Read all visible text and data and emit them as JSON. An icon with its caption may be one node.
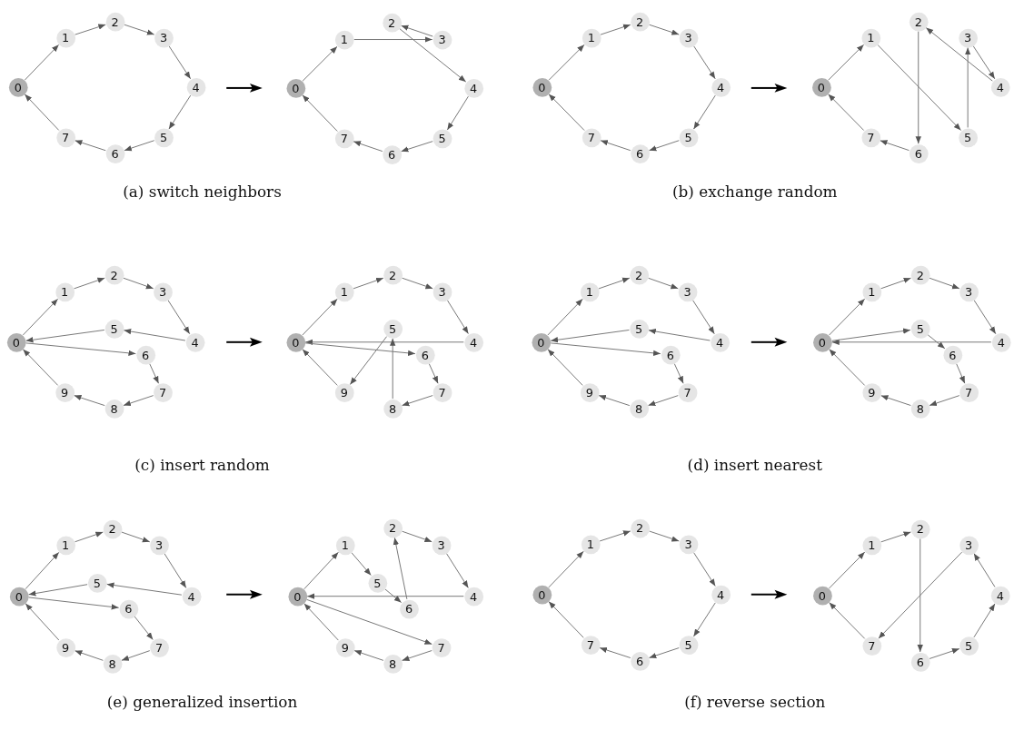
{
  "diagram": {
    "nodes": [
      {
        "text": [
          "0"
        ]
      },
      {
        "text": [
          "1"
        ]
      },
      {
        "text": [
          "2"
        ]
      },
      {
        "text": [
          "3"
        ]
      },
      {
        "text": [
          "4"
        ]
      },
      {
        "text": [
          "5"
        ]
      },
      {
        "text": [
          "6"
        ]
      },
      {
        "text": [
          "7"
        ]
      },
      {
        "text": [
          "0"
        ]
      },
      {
        "text": [
          "1"
        ]
      },
      {
        "text": [
          "2"
        ]
      },
      {
        "text": [
          "3"
        ]
      },
      {
        "text": [
          "4"
        ]
      },
      {
        "text": [
          "5"
        ]
      },
      {
        "text": [
          "6"
        ]
      },
      {
        "text": [
          "7"
        ]
      },
      {
        "text": [
          "0"
        ]
      },
      {
        "text": [
          "1"
        ]
      },
      {
        "text": [
          "2"
        ]
      },
      {
        "text": [
          "3"
        ]
      },
      {
        "text": [
          "4"
        ]
      },
      {
        "text": [
          "5"
        ]
      },
      {
        "text": [
          "6"
        ]
      },
      {
        "text": [
          "7"
        ]
      },
      {
        "text": [
          "0"
        ]
      },
      {
        "text": [
          "1"
        ]
      },
      {
        "text": [
          "2"
        ]
      },
      {
        "text": [
          "3"
        ]
      },
      {
        "text": [
          "4"
        ]
      },
      {
        "text": [
          "5"
        ]
      },
      {
        "text": [
          "6"
        ]
      },
      {
        "text": [
          "7"
        ]
      },
      {
        "text": [
          "0"
        ]
      },
      {
        "text": [
          "1"
        ]
      },
      {
        "text": [
          "2"
        ]
      },
      {
        "text": [
          "3"
        ]
      },
      {
        "text": [
          "4"
        ]
      },
      {
        "text": [
          "5"
        ]
      },
      {
        "text": [
          "6"
        ]
      },
      {
        "text": [
          "7"
        ]
      },
      {
        "text": [
          "8"
        ]
      },
      {
        "text": [
          "9"
        ]
      },
      {
        "text": [
          "0"
        ]
      },
      {
        "text": [
          "1"
        ]
      },
      {
        "text": [
          "2"
        ]
      },
      {
        "text": [
          "3"
        ]
      },
      {
        "text": [
          "4"
        ]
      },
      {
        "text": [
          "5"
        ]
      },
      {
        "text": [
          "6"
        ]
      },
      {
        "text": [
          "7"
        ]
      },
      {
        "text": [
          "8"
        ]
      },
      {
        "text": [
          "9"
        ]
      },
      {
        "text": [
          "0"
        ]
      },
      {
        "text": [
          "1"
        ]
      },
      {
        "text": [
          "2"
        ]
      },
      {
        "text": [
          "3"
        ]
      },
      {
        "text": [
          "4"
        ]
      },
      {
        "text": [
          "5"
        ]
      },
      {
        "text": [
          "6"
        ]
      },
      {
        "text": [
          "7"
        ]
      },
      {
        "text": [
          "8"
        ]
      },
      {
        "text": [
          "9"
        ]
      },
      {
        "text": [
          "0"
        ]
      },
      {
        "text": [
          "1"
        ]
      },
      {
        "text": [
          "2"
        ]
      },
      {
        "text": [
          "3"
        ]
      },
      {
        "text": [
          "4"
        ]
      },
      {
        "text": [
          "5"
        ]
      },
      {
        "text": [
          "6"
        ]
      },
      {
        "text": [
          "7"
        ]
      },
      {
        "text": [
          "8"
        ]
      },
      {
        "text": [
          "9"
        ]
      },
      {
        "text": [
          "0"
        ]
      },
      {
        "text": [
          "1"
        ]
      },
      {
        "text": [
          "2"
        ]
      },
      {
        "text": [
          "3"
        ]
      },
      {
        "text": [
          "4"
        ]
      },
      {
        "text": [
          "5"
        ]
      },
      {
        "text": [
          "6"
        ]
      },
      {
        "text": [
          "7"
        ]
      },
      {
        "text": [
          "8"
        ]
      },
      {
        "text": [
          "9"
        ]
      },
      {
        "text": [
          "0"
        ]
      },
      {
        "text": [
          "1"
        ]
      },
      {
        "text": [
          "2"
        ]
      },
      {
        "text": [
          "3"
        ]
      },
      {
        "text": [
          "4"
        ]
      },
      {
        "text": [
          "5"
        ]
      },
      {
        "text": [
          "6"
        ]
      },
      {
        "text": [
          "7"
        ]
      },
      {
        "text": [
          "8"
        ]
      },
      {
        "text": [
          "9"
        ]
      },
      {
        "text": [
          "0"
        ]
      },
      {
        "text": [
          "1"
        ]
      },
      {
        "text": [
          "2"
        ]
      },
      {
        "text": [
          "3"
        ]
      },
      {
        "text": [
          "4"
        ]
      },
      {
        "text": [
          "5"
        ]
      },
      {
        "text": [
          "6"
        ]
      },
      {
        "text": [
          "7"
        ]
      },
      {
        "text": [
          "0"
        ]
      },
      {
        "text": [
          "1"
        ]
      },
      {
        "text": [
          "2"
        ]
      },
      {
        "text": [
          "3"
        ]
      },
      {
        "text": [
          "4"
        ]
      },
      {
        "text": [
          "5"
        ]
      },
      {
        "text": [
          "6"
        ]
      },
      {
        "text": [
          "7"
        ]
      }
    ],
    "edges": [
      {
        "from": 0,
        "to": 1,
        "arrow": "to"
      },
      {
        "from": 1,
        "to": 2,
        "arrow": "to"
      },
      {
        "from": 2,
        "to": 3,
        "arrow": "to"
      },
      {
        "from": 3,
        "to": 4,
        "arrow": "to"
      },
      {
        "from": 4,
        "to": 5,
        "arrow": "to"
      },
      {
        "from": 5,
        "to": 6,
        "arrow": "to"
      },
      {
        "from": 6,
        "to": 7,
        "arrow": "to"
      },
      {
        "from": 7,
        "to": 0,
        "arrow": "to"
      },
      {
        "from": 8,
        "to": 9,
        "arrow": "to"
      },
      {
        "from": 9,
        "to": 11,
        "arrow": "to"
      },
      {
        "from": 11,
        "to": 10,
        "arrow": "to"
      },
      {
        "from": 10,
        "to": 12,
        "arrow": "to"
      },
      {
        "from": 12,
        "to": 13,
        "arrow": "to"
      },
      {
        "from": 13,
        "to": 14,
        "arrow": "to"
      },
      {
        "from": 14,
        "to": 15,
        "arrow": "to"
      },
      {
        "from": 15,
        "to": 8,
        "arrow": "to"
      },
      {
        "from": 16,
        "to": 17,
        "arrow": "to"
      },
      {
        "from": 17,
        "to": 18,
        "arrow": "to"
      },
      {
        "from": 18,
        "to": 19,
        "arrow": "to"
      },
      {
        "from": 19,
        "to": 20,
        "arrow": "to"
      },
      {
        "from": 20,
        "to": 21,
        "arrow": "to"
      },
      {
        "from": 21,
        "to": 22,
        "arrow": "to"
      },
      {
        "from": 22,
        "to": 23,
        "arrow": "to"
      },
      {
        "from": 23,
        "to": 16,
        "arrow": "to"
      },
      {
        "from": 24,
        "to": 25,
        "arrow": "to"
      },
      {
        "from": 25,
        "to": 29,
        "arrow": "to"
      },
      {
        "from": 29,
        "to": 27,
        "arrow": "to"
      },
      {
        "from": 27,
        "to": 28,
        "arrow": "to"
      },
      {
        "from": 28,
        "to": 26,
        "arrow": "to"
      },
      {
        "from": 26,
        "to": 30,
        "arrow": "to"
      },
      {
        "from": 30,
        "to": 31,
        "arrow": "to"
      },
      {
        "from": 31,
        "to": 24,
        "arrow": "to"
      },
      {
        "from": 32,
        "to": 33,
        "arrow": "to"
      },
      {
        "from": 33,
        "to": 34,
        "arrow": "to"
      },
      {
        "from": 34,
        "to": 35,
        "arrow": "to"
      },
      {
        "from": 35,
        "to": 36,
        "arrow": "to"
      },
      {
        "from": 36,
        "to": 37,
        "arrow": "to"
      },
      {
        "from": 37,
        "to": 32,
        "arrow": "to"
      },
      {
        "from": 32,
        "to": 38,
        "arrow": "to"
      },
      {
        "from": 38,
        "to": 39,
        "arrow": "to"
      },
      {
        "from": 39,
        "to": 40,
        "arrow": "to"
      },
      {
        "from": 40,
        "to": 41,
        "arrow": "to"
      },
      {
        "from": 41,
        "to": 32,
        "arrow": "to"
      },
      {
        "from": 42,
        "to": 43,
        "arrow": "to"
      },
      {
        "from": 43,
        "to": 44,
        "arrow": "to"
      },
      {
        "from": 44,
        "to": 45,
        "arrow": "to"
      },
      {
        "from": 45,
        "to": 46,
        "arrow": "to"
      },
      {
        "from": 46,
        "to": 42,
        "arrow": "to"
      },
      {
        "from": 42,
        "to": 48,
        "arrow": "to"
      },
      {
        "from": 48,
        "to": 49,
        "arrow": "to"
      },
      {
        "from": 49,
        "to": 50,
        "arrow": "to"
      },
      {
        "from": 50,
        "to": 47,
        "arrow": "to"
      },
      {
        "from": 47,
        "to": 51,
        "arrow": "to"
      },
      {
        "from": 51,
        "to": 42,
        "arrow": "to"
      },
      {
        "from": 52,
        "to": 53,
        "arrow": "to"
      },
      {
        "from": 53,
        "to": 54,
        "arrow": "to"
      },
      {
        "from": 54,
        "to": 55,
        "arrow": "to"
      },
      {
        "from": 55,
        "to": 56,
        "arrow": "to"
      },
      {
        "from": 56,
        "to": 57,
        "arrow": "to"
      },
      {
        "from": 57,
        "to": 52,
        "arrow": "to"
      },
      {
        "from": 52,
        "to": 58,
        "arrow": "to"
      },
      {
        "from": 58,
        "to": 59,
        "arrow": "to"
      },
      {
        "from": 59,
        "to": 60,
        "arrow": "to"
      },
      {
        "from": 60,
        "to": 61,
        "arrow": "to"
      },
      {
        "from": 61,
        "to": 52,
        "arrow": "to"
      },
      {
        "from": 62,
        "to": 63,
        "arrow": "to"
      },
      {
        "from": 63,
        "to": 64,
        "arrow": "to"
      },
      {
        "from": 64,
        "to": 65,
        "arrow": "to"
      },
      {
        "from": 65,
        "to": 66,
        "arrow": "to"
      },
      {
        "from": 66,
        "to": 62,
        "arrow": "to"
      },
      {
        "from": 62,
        "to": 67,
        "arrow": "to"
      },
      {
        "from": 67,
        "to": 68,
        "arrow": "to"
      },
      {
        "from": 68,
        "to": 69,
        "arrow": "to"
      },
      {
        "from": 69,
        "to": 70,
        "arrow": "to"
      },
      {
        "from": 70,
        "to": 71,
        "arrow": "to"
      },
      {
        "from": 71,
        "to": 62,
        "arrow": "to"
      },
      {
        "from": 72,
        "to": 73,
        "arrow": "to"
      },
      {
        "from": 73,
        "to": 74,
        "arrow": "to"
      },
      {
        "from": 74,
        "to": 75,
        "arrow": "to"
      },
      {
        "from": 75,
        "to": 76,
        "arrow": "to"
      },
      {
        "from": 76,
        "to": 77,
        "arrow": "to"
      },
      {
        "from": 77,
        "to": 72,
        "arrow": "to"
      },
      {
        "from": 72,
        "to": 78,
        "arrow": "to"
      },
      {
        "from": 78,
        "to": 79,
        "arrow": "to"
      },
      {
        "from": 79,
        "to": 80,
        "arrow": "to"
      },
      {
        "from": 80,
        "to": 81,
        "arrow": "to"
      },
      {
        "from": 81,
        "to": 72,
        "arrow": "to"
      },
      {
        "from": 82,
        "to": 83,
        "arrow": "to"
      },
      {
        "from": 83,
        "to": 87,
        "arrow": "to"
      },
      {
        "from": 87,
        "to": 88,
        "arrow": "to"
      },
      {
        "from": 88,
        "to": 84,
        "arrow": "to"
      },
      {
        "from": 84,
        "to": 85,
        "arrow": "to"
      },
      {
        "from": 85,
        "to": 86,
        "arrow": "to"
      },
      {
        "from": 86,
        "to": 82,
        "arrow": "to"
      },
      {
        "from": 82,
        "to": 89,
        "arrow": "to"
      },
      {
        "from": 89,
        "to": 90,
        "arrow": "to"
      },
      {
        "from": 90,
        "to": 91,
        "arrow": "to"
      },
      {
        "from": 91,
        "to": 82,
        "arrow": "to"
      },
      {
        "from": 92,
        "to": 93,
        "arrow": "to"
      },
      {
        "from": 93,
        "to": 94,
        "arrow": "to"
      },
      {
        "from": 94,
        "to": 95,
        "arrow": "to"
      },
      {
        "from": 95,
        "to": 96,
        "arrow": "to"
      },
      {
        "from": 96,
        "to": 97,
        "arrow": "to"
      },
      {
        "from": 97,
        "to": 98,
        "arrow": "to"
      },
      {
        "from": 98,
        "to": 99,
        "arrow": "to"
      },
      {
        "from": 99,
        "to": 92,
        "arrow": "to"
      },
      {
        "from": 100,
        "to": 101,
        "arrow": "to"
      },
      {
        "from": 101,
        "to": 102,
        "arrow": "to"
      },
      {
        "from": 102,
        "to": 106,
        "arrow": "to"
      },
      {
        "from": 106,
        "to": 105,
        "arrow": "to"
      },
      {
        "from": 105,
        "to": 104,
        "arrow": "to"
      },
      {
        "from": 104,
        "to": 103,
        "arrow": "to"
      },
      {
        "from": 103,
        "to": 107,
        "arrow": "to"
      },
      {
        "from": 107,
        "to": 100,
        "arrow": "to"
      }
    ],
    "labels": [
      "(a) switch neighbors",
      "(b) exchange random",
      "(c) insert random",
      "(d) insert nearest",
      "(e) generalized insertion",
      "(f) reverse section"
    ]
  }
}
